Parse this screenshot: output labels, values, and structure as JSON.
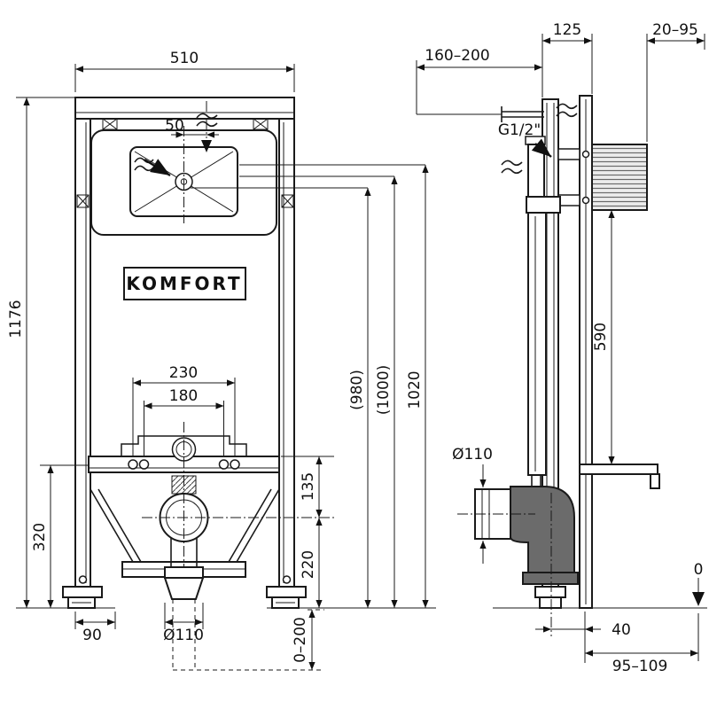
{
  "drawing": {
    "brand_label": "KOMFORT",
    "front": {
      "width": "510",
      "height": "1176",
      "flush_offset": "50",
      "bolt_outer": "230",
      "bolt_inner": "180",
      "lower_height": "320",
      "foot_offset": "90",
      "drain_dia": "Ø110",
      "leg_range": "0–200",
      "h_seat": "135",
      "h_drain": "220",
      "h980": "(980)",
      "h1000": "(1000)",
      "h1020": "1020"
    },
    "side": {
      "depth": "125",
      "wall_range": "20–95",
      "supply_range": "160–200",
      "supply_thread": "G1/2\"",
      "bracket_h": "590",
      "drain_dia": "Ø110",
      "outlet_offset": "40",
      "outlet_range": "95–109",
      "floor_level": "0"
    }
  }
}
